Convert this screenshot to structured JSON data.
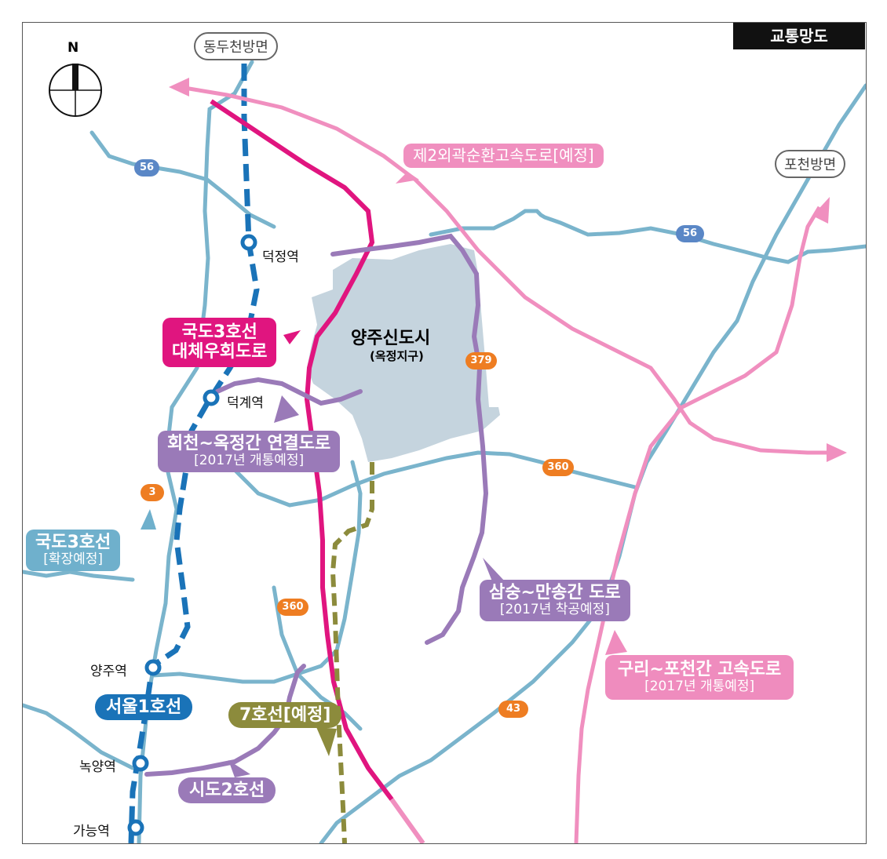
{
  "title": "교통망도",
  "compass": {
    "label": "N"
  },
  "district": {
    "name": "양주신도시",
    "sub": "(옥정지구)"
  },
  "directions": {
    "north": "동두천방면",
    "northeast": "포천방면"
  },
  "stations": [
    "덕정역",
    "덕계역",
    "양주역",
    "녹양역",
    "가능역"
  ],
  "callouts": {
    "expressway2": {
      "text": "제2외곽순환고속도로[예정]"
    },
    "bypass3": {
      "line1": "국도3호선",
      "line2": "대체우회도로"
    },
    "hoecheon": {
      "line1": "회천~옥정간 연결도로",
      "line2": "[2017년 개통예정]"
    },
    "route3": {
      "line1": "국도3호선",
      "line2": "[확장예정]"
    },
    "samsung": {
      "line1": "삼숭~만송간 도로",
      "line2": "[2017년 착공예정]"
    },
    "guri": {
      "line1": "구리~포천간 고속도로",
      "line2": "[2017년 개통예정]"
    },
    "seoul1": {
      "text": "서울1호선"
    },
    "line7": {
      "text": "7호선[예정]"
    },
    "sido2": {
      "text": "시도2호선"
    }
  },
  "road_shields": [
    "56",
    "56",
    "379",
    "360",
    "3",
    "360",
    "43"
  ],
  "colors": {
    "road": "#7ab4cc",
    "subway1": "#1a73b8",
    "bypass": "#e0157f",
    "expressway": "#f08fbf",
    "planned_road": "#9a7ab8",
    "line7": "#8c8b3c",
    "district": "#c5d4de",
    "shield_blue": "#5a87c6",
    "shield_orange": "#ee7d22",
    "route3_box": "#6fb0cc",
    "guri_box": "#ef8cbe",
    "expressway_box": "#f08fbf",
    "title_bg": "#111111"
  }
}
